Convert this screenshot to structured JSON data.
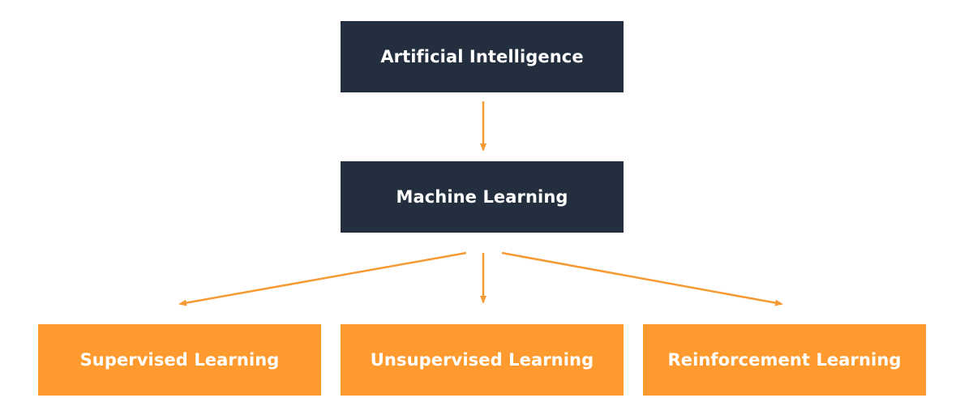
{
  "diagram": {
    "colors": {
      "dark_box": "#232f3e",
      "accent_box": "#ff9a2e",
      "arrow": "#f59a32",
      "text": "#ffffff"
    },
    "nodes": {
      "root": {
        "label": "Artificial Intelligence"
      },
      "middle": {
        "label": "Machine Learning"
      },
      "children": [
        {
          "label": "Supervised Learning"
        },
        {
          "label": "Unsupervised Learning"
        },
        {
          "label": "Reinforcement Learning"
        }
      ]
    },
    "edges": [
      {
        "from": "Artificial Intelligence",
        "to": "Machine Learning"
      },
      {
        "from": "Machine Learning",
        "to": "Supervised Learning"
      },
      {
        "from": "Machine Learning",
        "to": "Unsupervised Learning"
      },
      {
        "from": "Machine Learning",
        "to": "Reinforcement Learning"
      }
    ]
  }
}
